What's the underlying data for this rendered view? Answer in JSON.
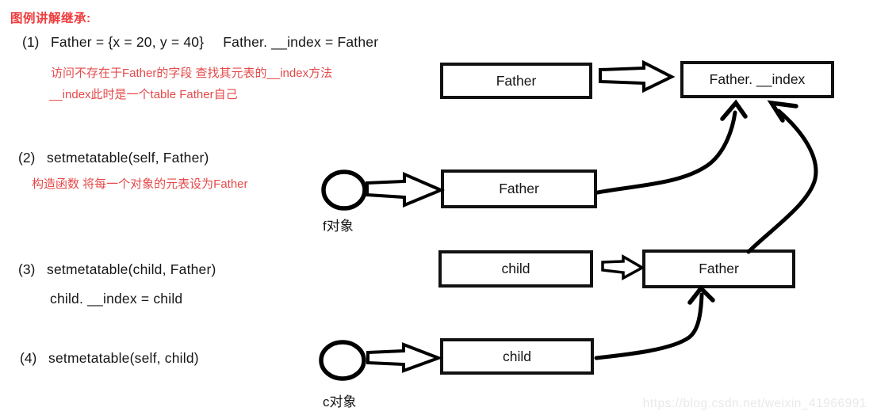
{
  "title": "图例讲解继承:",
  "colors": {
    "red": "#ef3c3c",
    "note-red": "#e5494a",
    "ink": "#111111",
    "watermark": "#e9e9e9"
  },
  "steps": [
    {
      "num": "(1)",
      "code1": "Father = {x = 20, y = 40}",
      "code2": "Father. __index = Father",
      "note1": "访问不存在于Father的字段 查找其元表的__index方法",
      "note2": "__index此时是一个table Father自己"
    },
    {
      "num": "(2)",
      "code1": "setmetatable(self, Father)",
      "note1": "构造函数 将每一个对象的元表设为Father"
    },
    {
      "num": "(3)",
      "code1": "setmetatable(child, Father)",
      "code2": "child. __index = child"
    },
    {
      "num": "(4)",
      "code1": "setmetatable(self, child)"
    }
  ],
  "diagram": {
    "boxes": {
      "father1": "Father",
      "father_index": "Father. __index",
      "father2": "Father",
      "child1": "child",
      "father3": "Father",
      "child2": "child"
    },
    "object_labels": {
      "f": "f对象",
      "c": "c对象"
    }
  },
  "watermark": "https://blog.csdn.net/weixin_41966991"
}
